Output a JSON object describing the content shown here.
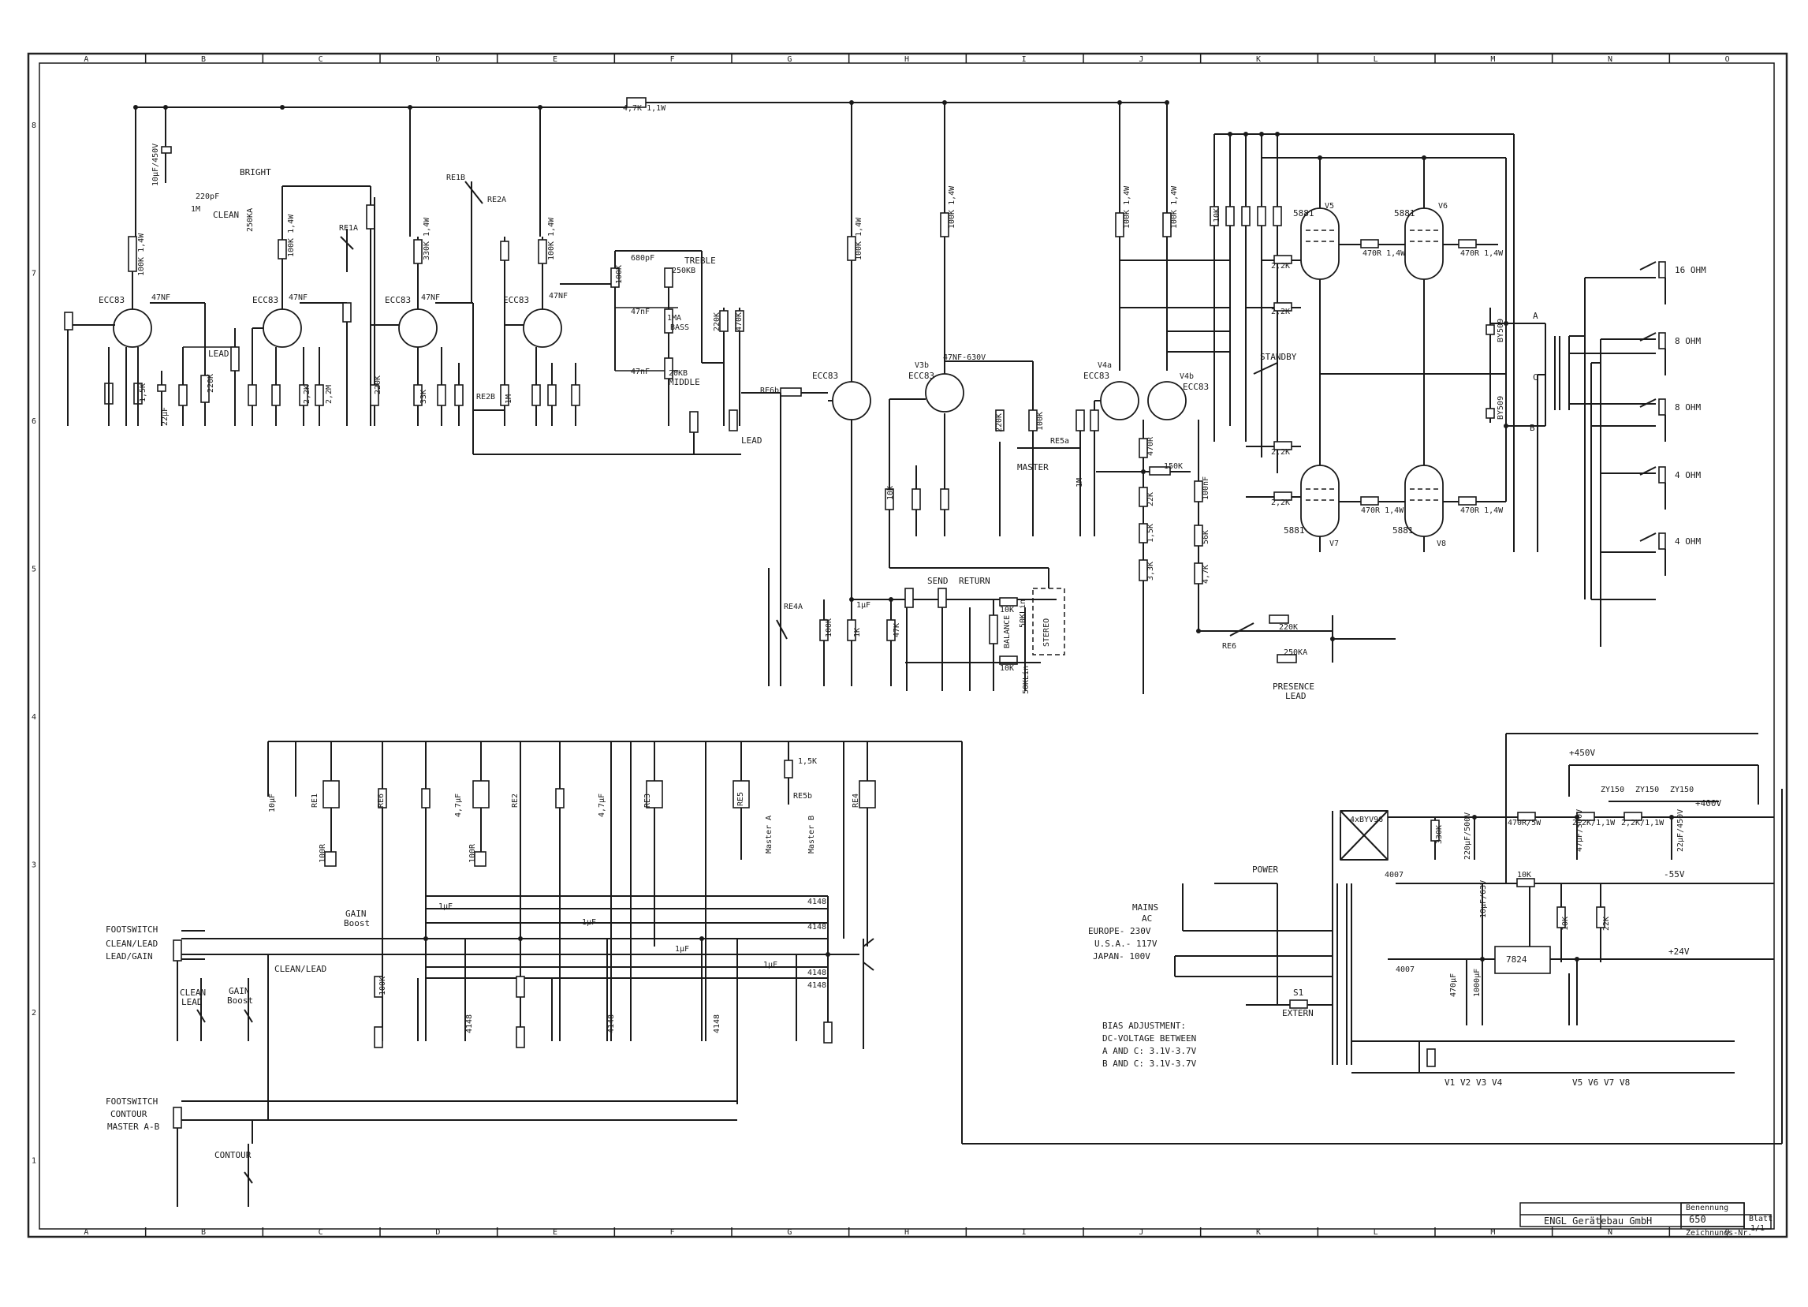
{
  "sheet": {
    "col_letters": [
      "A",
      "B",
      "C",
      "D",
      "E",
      "F",
      "G",
      "H",
      "I",
      "J",
      "K",
      "L",
      "M",
      "N",
      "O"
    ],
    "row_numbers": [
      "8",
      "7",
      "6",
      "5",
      "4",
      "3",
      "2",
      "1"
    ]
  },
  "tubes": {
    "v1": "ECC83",
    "v1b": "ECC83",
    "v2a": "ECC83",
    "v2b": "ECC83",
    "v3a": "ECC83",
    "v3b": "ECC83",
    "v3b_tag": "V3b",
    "v4a": "ECC83",
    "v4a_tag": "V4a",
    "v4b": "ECC83",
    "v4b_tag": "V4b",
    "v5": "5881",
    "v5_tag": "V5",
    "v6": "5881",
    "v6_tag": "V6",
    "v7": "5881",
    "v7_tag": "V7",
    "v8": "5881",
    "v8_tag": "V8"
  },
  "labels": {
    "bright": "BRIGHT",
    "clean": "CLEAN",
    "lead": "LEAD",
    "treble": "TREBLE",
    "treble_pot": "250KB",
    "bass": "BASS",
    "bass_pot": "1MA",
    "middle": "MIDDLE",
    "middle_pot": "20KB",
    "lead2": "LEAD",
    "send": "SEND",
    "return": "RETURN",
    "balance": "BALANCE",
    "stereo": "STEREO",
    "master": "MASTER",
    "standby": "STANDBY",
    "presence": "PRESENCE",
    "presence2": "LEAD",
    "ohm16": "16 OHM",
    "ohm8a": "8 OHM",
    "ohm8b": "8 OHM",
    "ohm4a": "4 OHM",
    "ohm4b": "4 OHM",
    "power": "POWER",
    "mains": "MAINS",
    "ac": "AC",
    "europe": "EUROPE- 230V",
    "usa": "U.S.A.- 117V",
    "japan": "JAPAN- 100V",
    "s1": "S1",
    "extern": "EXTERN",
    "v_p450": "+450V",
    "v_p400": "+400V",
    "v_m55": "-55V",
    "v_p24": "+24V",
    "bridge": "4xBYV96",
    "reg": "7824",
    "zy1": "ZY150",
    "zy2": "ZY150",
    "zy3": "ZY150",
    "bias_title": "BIAS ADJUSTMENT:",
    "bias_l1": "DC-VOLTAGE BETWEEN",
    "bias_l2": "A  AND C: 3.1V-3.7V",
    "bias_l3": "B  AND C: 3.1V-3.7V",
    "fs1_a": "FOOTSWITCH",
    "fs1_b": "CLEAN/LEAD",
    "fs1_c": "LEAD/GAIN",
    "fs2_a": "FOOTSWITCH",
    "fs2_b": "CONTOUR",
    "fs2_c": "MASTER A-B",
    "gain_boost": "GAIN",
    "gain_boost2": "Boost",
    "clean_lead": "CLEAN/LEAD",
    "sw_clean": "CLEAN",
    "sw_lead": "LEAD",
    "sw_gain": "GAIN",
    "sw_boost": "Boost",
    "contour": "CONTOUR",
    "master_a": "Master A",
    "master_b": "Master B",
    "tap_a": "A",
    "tap_b": "B",
    "tap_c": "C",
    "heater_v1": "V1",
    "heater_v2": "V2",
    "heater_v3": "V3",
    "heater_v4": "V4",
    "heater_v5": "V5",
    "heater_v6": "V6",
    "heater_v7": "V7",
    "heater_v8": "V8",
    "by1": "BY509",
    "by2": "BY509"
  },
  "components": {
    "r_top": "4,7K 1,1W",
    "c_top": "10μF/450V",
    "c220p": "220pF",
    "r1m": "1M",
    "pot250ka": "250KA",
    "re1b": "RE1B",
    "re2a": "RE2A",
    "re1a": "RE1A",
    "re2b": "RE2B",
    "re4a": "RE4A",
    "re5a": "RE5a",
    "re5b": "RE5b",
    "re6": "RE6",
    "re6b": "RE6b",
    "r100k14a": "100K 1,4W",
    "r100k14b": "100K 1,4W",
    "r330k14": "330K 1,4W",
    "r100k14c": "100K 1,4W",
    "r100k14d": "100K 1,4W",
    "r100k14e": "100K 1,4W",
    "r100k14f": "100K 1,4W",
    "r100k14g": "100K 1,4W",
    "c47n_a": "47NF",
    "c47n_b": "47NF",
    "c47n_c": "47NF",
    "c47n_d": "47NF",
    "c47n630": "47NF-630V",
    "c680p": "680pF",
    "r100k_t": "100K",
    "c47n_t1": "47nF",
    "c47n_t2": "47nF",
    "r220k_a": "220K",
    "r220k_b": "220K",
    "r220k_c": "220K",
    "r470k": "470K",
    "r220k_d": "220K",
    "r1k5": "1,5K",
    "c22u": "22μF",
    "r2k2": "2,2K",
    "r2m2": "2,2M",
    "r1m_b": "1M",
    "r33k": "33K",
    "r10k": "10K",
    "r1m_c": "1M",
    "r470_pa": "470R 1,4W",
    "r470_pb": "470R 1,4W",
    "r470_pc": "470R 1,4W",
    "r470_pd": "470R 1,4W",
    "r2k2_g1": "2,2K",
    "r2k2_g2": "2,2K",
    "r2k2_g3": "2,2K",
    "r2k2_g4": "2,2K",
    "r10k_s": "10K",
    "r150k": "150K",
    "r22k": "22K",
    "r1k5_b": "1,5K",
    "r56k": "56K",
    "r4k7": "4,7K",
    "r3k3": "3,3K",
    "c100n": "100nF",
    "r470_c": "470R",
    "r220k_p": "220K",
    "pot250ka_p": "250KA",
    "r10k_f": "10K",
    "r10k_r": "10K",
    "pot50k": "50KLin",
    "pot50k_b": "50KLin",
    "r100k_a": "100K",
    "r1k_a": "1K",
    "r47k": "47K",
    "r100k_m": "100K",
    "c1u": "1μF",
    "r100k_sw": "100K",
    "c220u": "220μF/500V",
    "c47u": "47μF/500V",
    "r470_5": "470R/5W",
    "r2k2_1": "2,2K/1,1W",
    "r2k2_2": "2,2K/1,1W",
    "c22u450": "22μF/450V",
    "r330k": "330K",
    "d4007": "4007",
    "d4007b": "4007",
    "c1000": "1000μF",
    "c470": "470μF",
    "r10k_b": "10K",
    "c10u63": "10μF/63V",
    "r10k_n": "10K",
    "r22k_b": "22K",
    "r100r": "100R",
    "r100r_b": "100R",
    "d4148a": "4148",
    "d4148b": "4148",
    "d4148c": "4148",
    "d4148d": "4148",
    "d4148e": "4148",
    "d4148f": "4148",
    "d4148g": "4148",
    "c1u_a": "1μF",
    "c1u_b": "1μF",
    "c1u_c": "1μF",
    "c1u_d": "1μF",
    "c10u": "10μF",
    "c47u_a": "4,7μF",
    "c47u_b": "4,7μF",
    "re1": "RE1",
    "re2": "RE2",
    "re3": "RE3",
    "re4": "RE4",
    "re5": "RE5",
    "re6r": "RE6",
    "r1k5_r": "1,5K"
  },
  "title_block": {
    "company": "ENGL Gerätebau GmbH",
    "benennung": "Benennung",
    "model": "650",
    "zeichnungs": "Zeichnungs-Nr.",
    "blatt": "Blatt",
    "blatt_val": "1/1"
  }
}
